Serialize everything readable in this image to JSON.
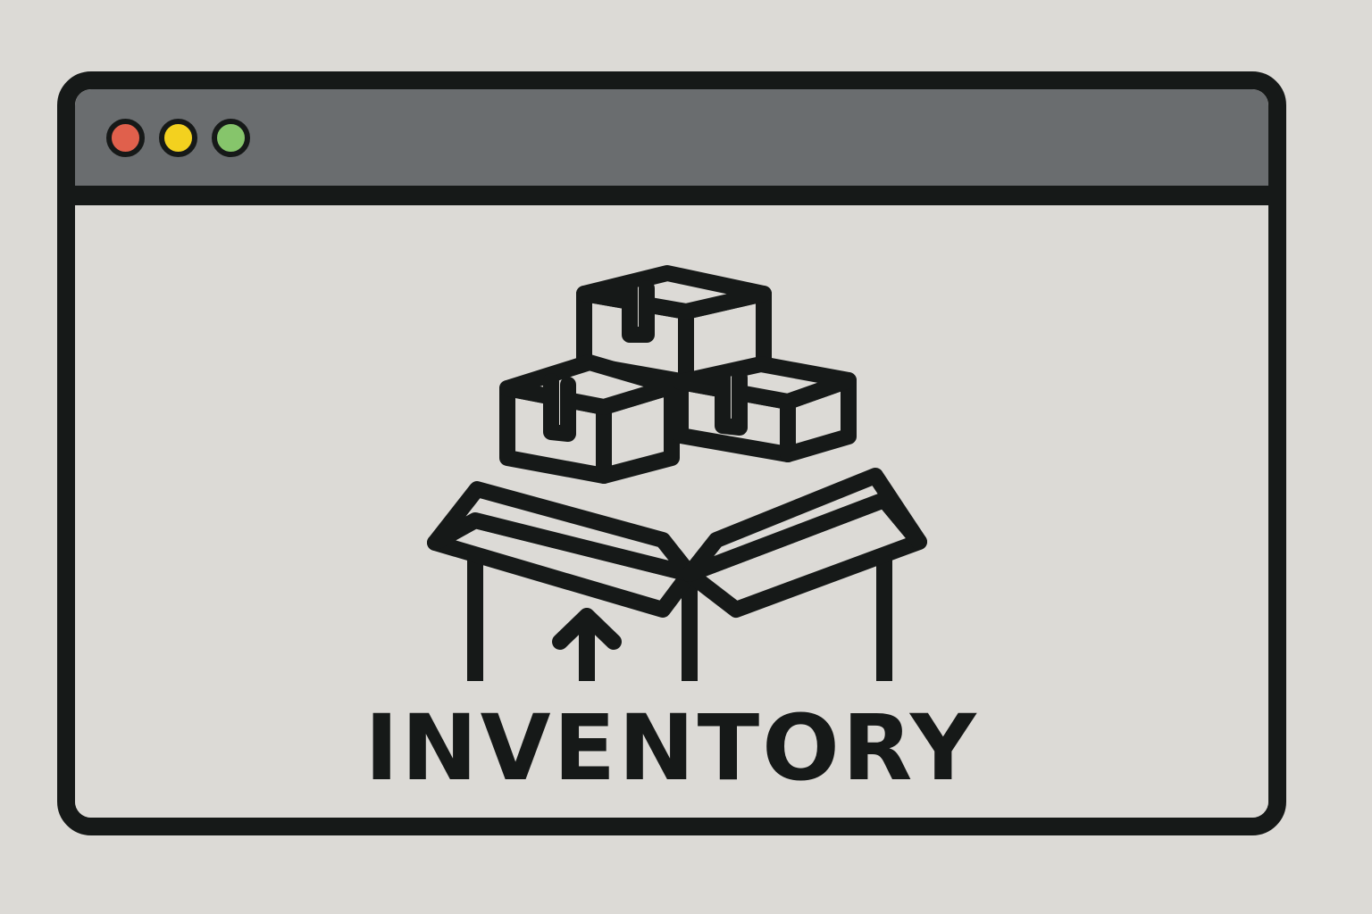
{
  "window": {
    "controls": [
      {
        "name": "close",
        "color": "#e0604c"
      },
      {
        "name": "minimize",
        "color": "#f3d11f"
      },
      {
        "name": "maximize",
        "color": "#86c56b"
      }
    ]
  },
  "main": {
    "icon": "open-box-with-packages-icon",
    "label": "INVENTORY"
  },
  "colors": {
    "background": "#dcdad6",
    "titlebar": "#6a6d6f",
    "outline": "#161918"
  }
}
